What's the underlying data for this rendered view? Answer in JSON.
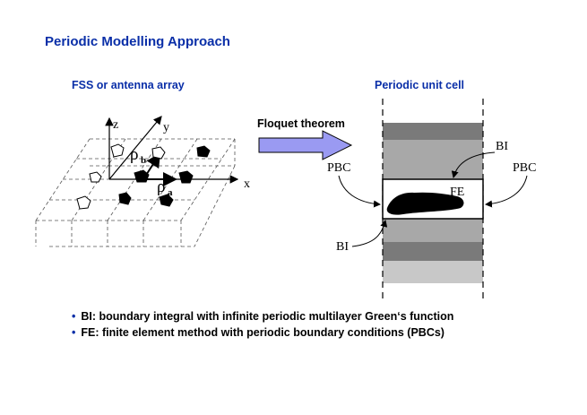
{
  "slide": {
    "title": "Periodic Modelling Approach",
    "left_heading": "FSS or antenna array",
    "right_heading": "Periodic unit cell",
    "arrow_label": "Floquet theorem"
  },
  "array_figure": {
    "axis_z": "z",
    "axis_y": "y",
    "axis_x": "x",
    "vec_b_symbol": "ρ",
    "vec_b_sub": "b",
    "vec_a_symbol": "ρ",
    "vec_a_sub": "a"
  },
  "unit_cell": {
    "bi_top": "BI",
    "bi_bottom": "BI",
    "pbc_left": "PBC",
    "pbc_right": "PBC",
    "fe": "FE"
  },
  "bullets": [
    {
      "abbr": "BI",
      "text": ": boundary integral with infinite periodic multilayer Green‘s function"
    },
    {
      "abbr": "FE",
      "text": ": finite element method with periodic boundary conditions (PBCs)"
    }
  ],
  "colors": {
    "heading": "#0a2fa8",
    "arrow_fill": "#9a9af2",
    "layer_dark": "#7a7a7a",
    "layer_mid": "#a8a8a8",
    "layer_light": "#c8c8c8"
  }
}
